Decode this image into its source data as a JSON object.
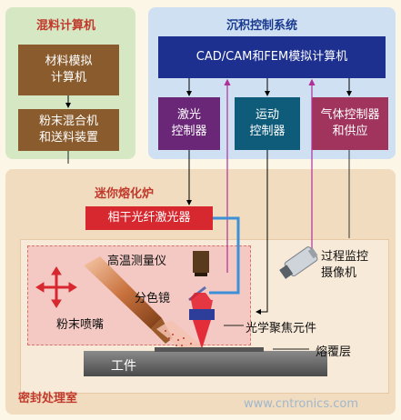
{
  "colors": {
    "green_panel": "#d6e7c3",
    "green_box": "#8a5b2c",
    "blue_panel": "#cfe0f2",
    "blue_box_dark": "#1d2f8f",
    "purple_box": "#6a2778",
    "teal_box": "#0f5c7a",
    "magenta_box": "#a0345d",
    "chamber_panel": "#f1dcc0",
    "laser_box": "#d7282f",
    "red_label": "#c0392b",
    "blue_label": "#1a3a8f"
  },
  "mixing": {
    "title": "混料计算机",
    "box1": "材料模拟\n计算机",
    "box2": "粉末混合机\n和送料装置"
  },
  "deposition": {
    "title": "沉积控制系统",
    "top_box": "CAD/CAM和FEM模拟计算机",
    "laser_ctrl": "激光\n控制器",
    "motion_ctrl": "运动\n控制器",
    "gas_ctrl": "气体控制器\n和供应"
  },
  "furnace": {
    "title": "迷你熔化炉",
    "laser": "相干光纤激光器",
    "pyrometer": "高温测量仪",
    "dichroic": "分色镜",
    "optics": "光学聚焦元件",
    "camera": "过程监控\n摄像机",
    "nozzle": "粉末喷嘴",
    "workpiece": "工件",
    "cladding": "熔覆层",
    "chamber": "密封处理室"
  },
  "watermark": "www.cntronics.com",
  "icons": [
    "move-arrows-icon",
    "camera-icon",
    "nozzle-icon",
    "pyrometer-icon"
  ]
}
